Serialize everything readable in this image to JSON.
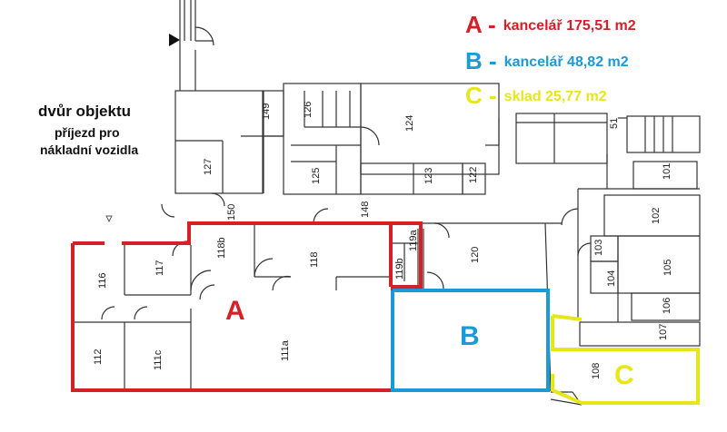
{
  "courtyard": {
    "title": "dvůr objektu",
    "subtitle_line1": "příjezd pro",
    "subtitle_line2": "nákladní vozidla"
  },
  "legend": [
    {
      "letter": "A -",
      "text": "kancelář  175,51 m2",
      "color": "#d62027"
    },
    {
      "letter": "B -",
      "text": "kancelář 48,82 m2",
      "color": "#1a9ad6"
    },
    {
      "letter": "C -",
      "text": "sklad 25,77 m2",
      "color": "#e6e619"
    }
  ],
  "zones": {
    "A": "A",
    "B": "B",
    "C": "C"
  },
  "rooms": {
    "r149": "149",
    "r126": "126",
    "r124": "124",
    "r127": "127",
    "r125": "125",
    "r123": "123",
    "r122": "122",
    "r51": "51",
    "r101": "101",
    "r150": "150",
    "r148": "148",
    "r102": "102",
    "r118b": "118b",
    "r118": "118",
    "r119a": "119a",
    "r119b": "119b",
    "r120": "120",
    "r103": "103",
    "r105": "105",
    "r104": "104",
    "r117": "117",
    "r116": "116",
    "r106": "106",
    "r107": "107",
    "r112": "112",
    "r111c": "111c",
    "r111a": "111a",
    "r108": "108"
  }
}
